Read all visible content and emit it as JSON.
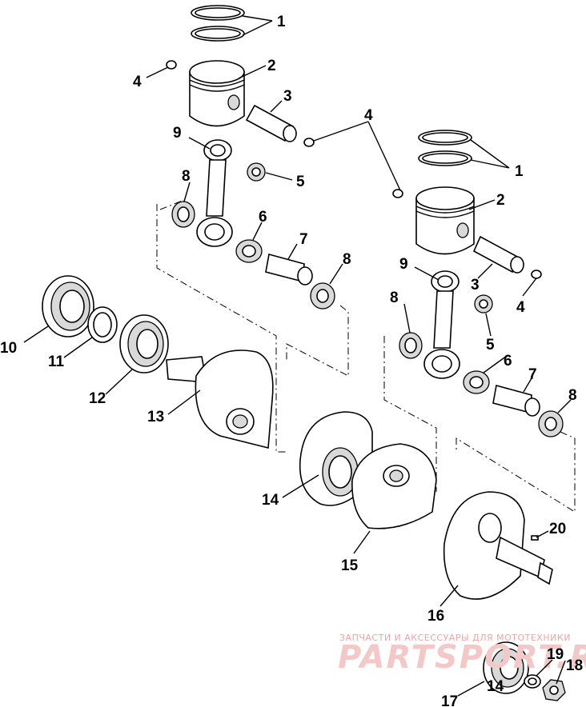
{
  "callouts": {
    "c1a": "1",
    "c2a": "2",
    "c3a": "3",
    "c4a": "4",
    "c4b": "4",
    "c9a": "9",
    "c5a": "5",
    "c8a": "8",
    "c6a": "6",
    "c7a": "7",
    "c8b": "8",
    "c1b": "1",
    "c2b": "2",
    "c9b": "9",
    "c3b": "3",
    "c8c": "8",
    "c4c": "4",
    "c5b": "5",
    "c6b": "6",
    "c7b": "7",
    "c8d": "8",
    "c10": "10",
    "c11": "11",
    "c12": "12",
    "c13": "13",
    "c14a": "14",
    "c15": "15",
    "c20": "20",
    "c16": "16",
    "c19": "19",
    "c18": "18",
    "c17": "17",
    "c14b": "14"
  },
  "watermark": {
    "caption": "ЗАПЧАСТИ И АКСЕССУАРЫ ДЛЯ МОТОТЕХНИКИ",
    "logo": "PARTSPORT.RU"
  }
}
